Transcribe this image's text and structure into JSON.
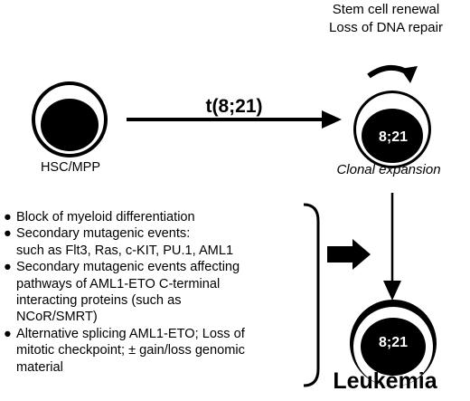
{
  "labels": {
    "renewal_line1": "Stem cell renewal",
    "renewal_line2": "Loss of DNA repair",
    "translocation": "t(8;21)",
    "hsc": "HSC/MPP",
    "clone_nucleus": "8;21",
    "clonal_expansion": "Clonal expansion",
    "leukemia_nucleus": "8;21",
    "leukemia": "Leukemia"
  },
  "events": [
    "Block of myeloid differentiation",
    "Secondary mutagenic events:",
    "such as Flt3, Ras, c-KIT, PU.1, AML1",
    "Secondary mutagenic events affecting",
    "pathways of AML1-ETO C-terminal",
    "interacting proteins (such as",
    "NCoR/SMRT)",
    "Alternative splicing AML1-ETO; Loss of",
    "mitotic checkpoint; ± gain/loss genomic",
    "material"
  ],
  "event_bullets": [
    true,
    true,
    false,
    true,
    false,
    false,
    false,
    true,
    false,
    false
  ],
  "colors": {
    "ink": "#000000",
    "background": "#ffffff"
  }
}
